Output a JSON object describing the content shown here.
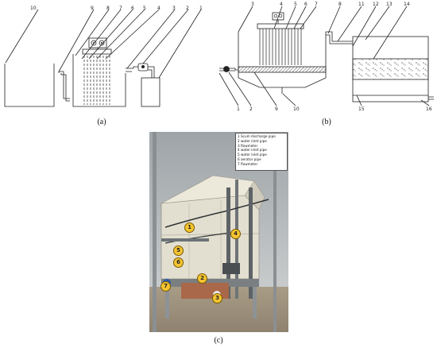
{
  "panels": {
    "a": {
      "label": "(a)",
      "callouts": [
        "10",
        "9",
        "8",
        "7",
        "6",
        "5",
        "4",
        "3",
        "2",
        "1"
      ]
    },
    "b": {
      "label": "(b)",
      "callouts_top": [
        "3",
        "4",
        "5",
        "6",
        "7",
        "8",
        "11",
        "12",
        "13",
        "14"
      ],
      "callouts_bottom": [
        "1",
        "2",
        "9",
        "10",
        "15",
        "16"
      ]
    },
    "c": {
      "label": "(c)",
      "legend": [
        "1  Scum discharge pipe",
        "2  water inlet pipe",
        "3  flowmeter",
        "4  water inlet pipe",
        "5  water inlet pipe",
        "6  aerator pipe",
        "7  flowmeter"
      ],
      "markers": [
        "1",
        "2",
        "3",
        "4",
        "5",
        "6",
        "7"
      ]
    }
  },
  "colors": {
    "line": "#222222",
    "marker_fill": "#f4c430",
    "wall": "#e6e2d4",
    "frame": "#8a8f92"
  }
}
